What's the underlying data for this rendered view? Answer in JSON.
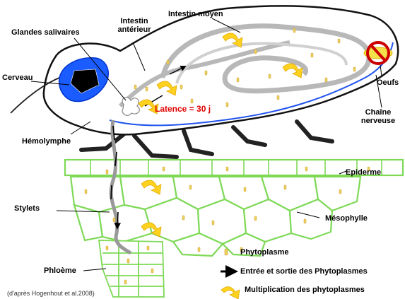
{
  "labels": {
    "glandes_salivaires": "Glandes salivaires",
    "intestin_anterieur_1": "Intestin",
    "intestin_anterieur_2": "antérieur",
    "intestin_moyen": "Intestin moyen",
    "cerveau": "Cerveau",
    "oeufs": "Oeufs",
    "chaine_1": "Chaîne",
    "chaine_2": "nerveuse",
    "latence": "Latence = 30 j",
    "hemolymphe": "Hémolymphe",
    "epiderme": "Epiderme",
    "stylets": "Stylets",
    "mesophylle": "Mésophylle",
    "phloeme": "Phloème"
  },
  "legend": {
    "phytoplasme": "Phytoplasme",
    "entree_sortie": "Entrée et sortie des Phytoplasmes",
    "multiplication": "Multiplication des phytoplasmes"
  },
  "credit": "(d'après Hogenhout et al.2008)",
  "colors": {
    "brain_blue": "#1a5cff",
    "nerve_blue": "#2255ee",
    "gut_gray": "#b8b8b8",
    "plant_green": "#7ed957",
    "phyto_yellow": "#f0d060",
    "arrow_yellow": "#ffd21f",
    "forbidden_red": "#cc0000",
    "latency_red": "#e00000"
  },
  "icons": {
    "multiplication": "curved-arrow-icon",
    "direction": "black-arrow-icon",
    "particle": "phytoplasma-icon",
    "forbidden": "forbidden-icon"
  }
}
